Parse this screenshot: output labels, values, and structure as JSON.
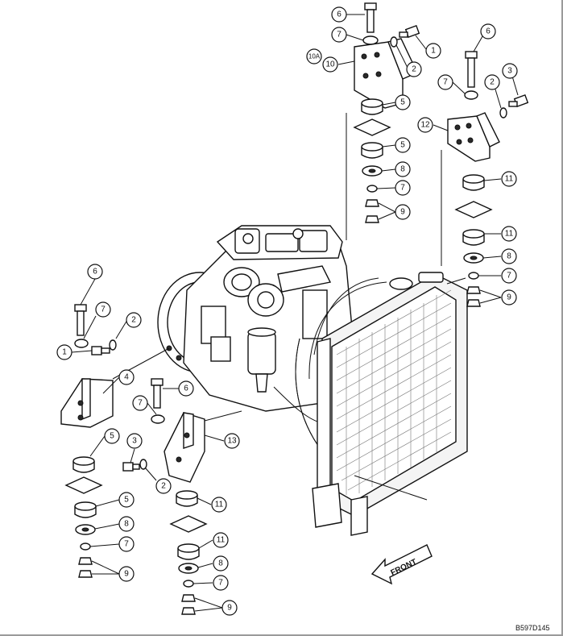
{
  "diagram": {
    "reference_code": "B597D145",
    "front_label": "FRONT",
    "callouts": [
      {
        "id": "c6-top",
        "label": "6"
      },
      {
        "id": "c7-top",
        "label": "7"
      },
      {
        "id": "c1-top",
        "label": "1"
      },
      {
        "id": "c10a",
        "label": "10A"
      },
      {
        "id": "c10",
        "label": "10"
      },
      {
        "id": "c2-top",
        "label": "2"
      },
      {
        "id": "c5-a",
        "label": "5"
      },
      {
        "id": "c5-b",
        "label": "5"
      },
      {
        "id": "c8-a",
        "label": "8"
      },
      {
        "id": "c7-a",
        "label": "7"
      },
      {
        "id": "c9-a",
        "label": "9"
      },
      {
        "id": "c6-right",
        "label": "6"
      },
      {
        "id": "c7-right",
        "label": "7"
      },
      {
        "id": "c2-right",
        "label": "2"
      },
      {
        "id": "c3-right",
        "label": "3"
      },
      {
        "id": "c12",
        "label": "12"
      },
      {
        "id": "c11-a",
        "label": "11"
      },
      {
        "id": "c11-b",
        "label": "11"
      },
      {
        "id": "c8-b",
        "label": "8"
      },
      {
        "id": "c7-b",
        "label": "7"
      },
      {
        "id": "c9-b",
        "label": "9"
      },
      {
        "id": "c6-left",
        "label": "6"
      },
      {
        "id": "c7-left",
        "label": "7"
      },
      {
        "id": "c2-left",
        "label": "2"
      },
      {
        "id": "c1-left",
        "label": "1"
      },
      {
        "id": "c4",
        "label": "4"
      },
      {
        "id": "c5-c",
        "label": "5"
      },
      {
        "id": "c5-d",
        "label": "5"
      },
      {
        "id": "c8-c",
        "label": "8"
      },
      {
        "id": "c7-c",
        "label": "7"
      },
      {
        "id": "c9-c",
        "label": "9"
      },
      {
        "id": "c6-mid",
        "label": "6"
      },
      {
        "id": "c7-mid",
        "label": "7"
      },
      {
        "id": "c3-mid",
        "label": "3"
      },
      {
        "id": "c2-mid",
        "label": "2"
      },
      {
        "id": "c13",
        "label": "13"
      },
      {
        "id": "c11-c",
        "label": "11"
      },
      {
        "id": "c11-d",
        "label": "11"
      },
      {
        "id": "c8-d",
        "label": "8"
      },
      {
        "id": "c7-d",
        "label": "7"
      },
      {
        "id": "c9-d",
        "label": "9"
      }
    ]
  }
}
